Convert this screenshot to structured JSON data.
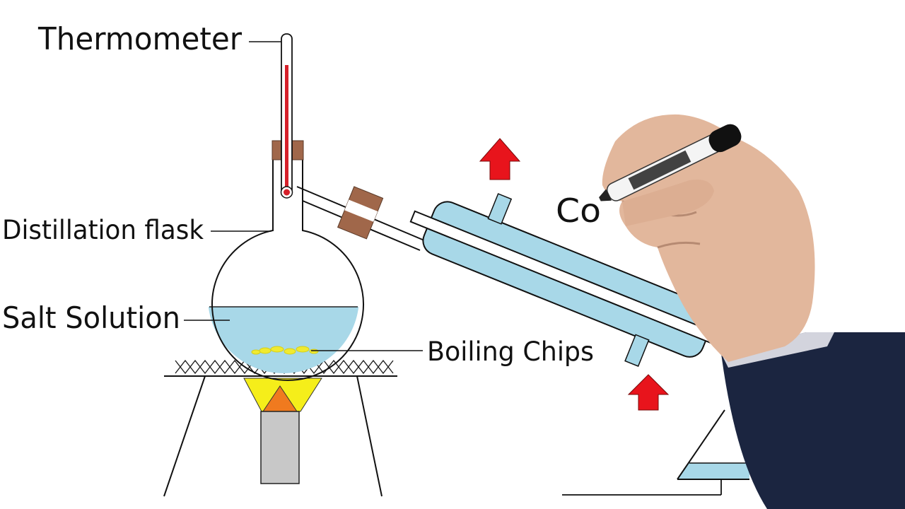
{
  "labels": {
    "thermometer": "Thermometer",
    "distillation_flask": "Distillation flask",
    "salt_solution": "Salt Solution",
    "boiling_chips": "Boiling Chips",
    "condenser_partial": "Co"
  },
  "colors": {
    "background": "#ffffff",
    "water": "#a8d8e8",
    "mercury": "#d6202a",
    "cork": "#a0674a",
    "arrow": "#e8141c",
    "flame_outer": "#f5ee1a",
    "flame_inner": "#f07a1f",
    "burner": "#c8c8c8",
    "boiling_chips": "#f0ea30",
    "sleeve": "#1b2540",
    "skin": "#e2b79c"
  }
}
